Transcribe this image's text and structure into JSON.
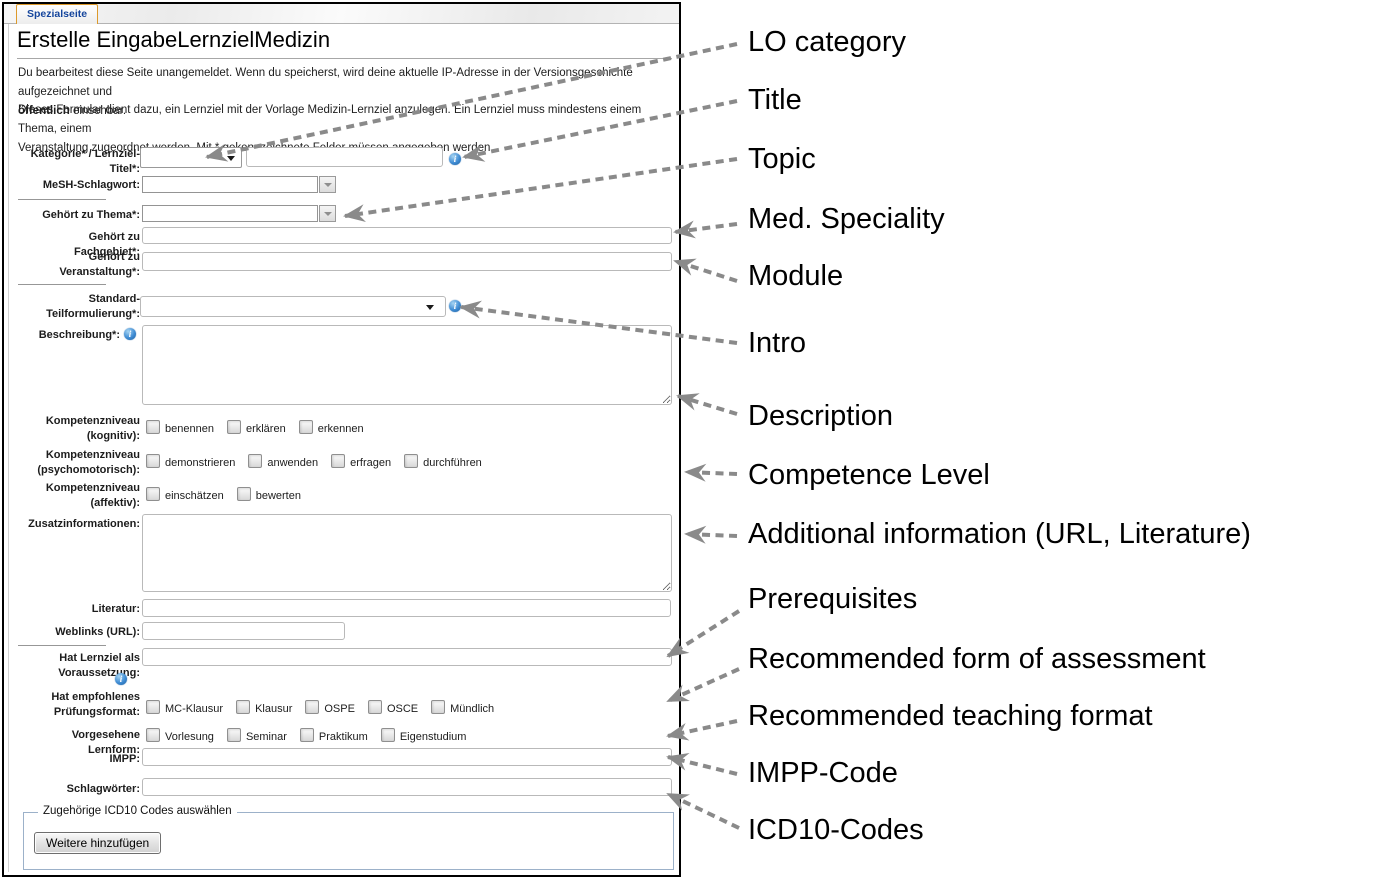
{
  "colors": {
    "window_border": "#000000",
    "tab_border": "#dd9a2b",
    "tab_text": "#15459c",
    "arrow_gray": "#8a8a8a",
    "info_icon_blue": "#3f8cd4",
    "fieldset_border": "#9cb1c9"
  },
  "window": {
    "tab": "Spezialseite",
    "title": "Erstelle EingabeLernzielMedizin"
  },
  "notice": {
    "line1": "Du bearbeitest diese Seite unangemeldet. Wenn du speicherst, wird deine aktuelle IP-Adresse in der Versionsgeschichte aufgezeichnet und",
    "line2_bold": "öffentlich",
    "line2_rest": " einsehbar."
  },
  "intro_text": {
    "line1": "Dieses Formular dient dazu, ein Lernziel mit der Vorlage Medizin-Lernziel anzulegen. Ein Lernziel muss mindestens einem Thema, einem",
    "line2": "Veranstaltung zugeordnet werden. Mit * gekennzeichnete Felder müssen angegeben werden."
  },
  "form": {
    "kategorie": {
      "label_line1": "Kategorie* / Lernziel-",
      "label_line2": "Titel*:"
    },
    "mesh": {
      "label": "MeSH-Schlagwort:"
    },
    "thema": {
      "label": "Gehört zu Thema*:"
    },
    "fachgebiet": {
      "label": "Gehört zu Fachgebiet*:"
    },
    "veranstaltung": {
      "label_line1": "Gehört zu",
      "label_line2": "Veranstaltung*:"
    },
    "standard": {
      "label_line1": "Standard-",
      "label_line2": "Teilformulierung*:"
    },
    "beschreibung": {
      "label": "Beschreibung*:"
    },
    "kognitiv": {
      "label_line1": "Kompetenzniveau",
      "label_line2": "(kognitiv):",
      "options": [
        "benennen",
        "erklären",
        "erkennen"
      ]
    },
    "psychomotorisch": {
      "label_line1": "Kompetenzniveau",
      "label_line2": "(psychomotorisch):",
      "options": [
        "demonstrieren",
        "anwenden",
        "erfragen",
        "durchführen"
      ]
    },
    "affektiv": {
      "label_line1": "Kompetenzniveau",
      "label_line2": "(affektiv):",
      "options": [
        "einschätzen",
        "bewerten"
      ]
    },
    "zusatz": {
      "label": "Zusatzinformationen:"
    },
    "literatur": {
      "label": "Literatur:"
    },
    "weblinks": {
      "label": "Weblinks (URL):"
    },
    "voraussetzung": {
      "label_line1": "Hat Lernziel als",
      "label_line2": "Voraussetzung:"
    },
    "pruefungsformat": {
      "label_line1": "Hat empfohlenes",
      "label_line2": "Prüfungsformat:",
      "options": [
        "MC-Klausur",
        "Klausur",
        "OSPE",
        "OSCE",
        "Mündlich"
      ]
    },
    "lernform": {
      "label": "Vorgesehene Lernform:",
      "options": [
        "Vorlesung",
        "Seminar",
        "Praktikum",
        "Eigenstudium"
      ]
    },
    "impp": {
      "label": "IMPP:"
    },
    "schlagwoerter": {
      "label": "Schlagwörter:"
    },
    "icd10": {
      "legend": "Zugehörige ICD10 Codes auswählen",
      "add_button": "Weitere hinzufügen"
    }
  },
  "annotations": [
    "LO category",
    "Title",
    "Topic",
    "Med. Speciality",
    "Module",
    "Intro",
    "Description",
    "Competence Level",
    "Additional information (URL, Literature)",
    "Prerequisites",
    "Recommended form of assessment",
    "Recommended teaching format",
    "IMPP-Code",
    "ICD10-Codes"
  ]
}
